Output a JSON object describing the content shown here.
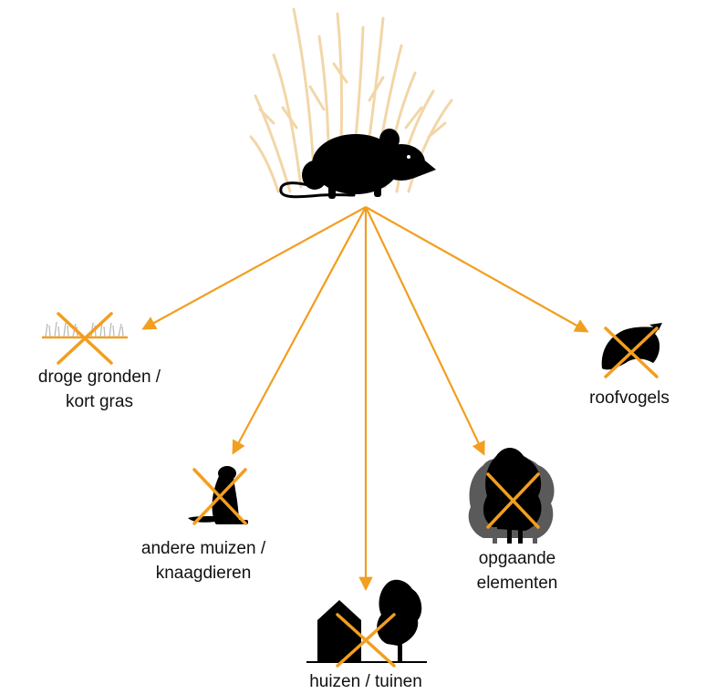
{
  "colors": {
    "accent": "#F29E1F",
    "grass": "#F3D6A8",
    "silhouette": "#000000",
    "tree_shadow": "#5a5a5a"
  },
  "center": {
    "icon": "mouse-icon",
    "background_icon": "tall-grass-icon"
  },
  "targets": [
    {
      "id": "dry",
      "icon": "short-grass-icon",
      "crossed": true,
      "label_lines": [
        "droge gronden /",
        "kort gras"
      ]
    },
    {
      "id": "rodents",
      "icon": "rodent-icon",
      "crossed": true,
      "label_lines": [
        "andere muizen /",
        "knaagdieren"
      ]
    },
    {
      "id": "houses",
      "icon": "house-and-tree-icon",
      "crossed": true,
      "label_lines": [
        "huizen / tuinen"
      ]
    },
    {
      "id": "trees",
      "icon": "trees-icon",
      "crossed": true,
      "label_lines": [
        "opgaande",
        "elementen"
      ]
    },
    {
      "id": "raptors",
      "icon": "raptor-icon",
      "crossed": true,
      "label_lines": [
        "roofvogels"
      ]
    }
  ]
}
